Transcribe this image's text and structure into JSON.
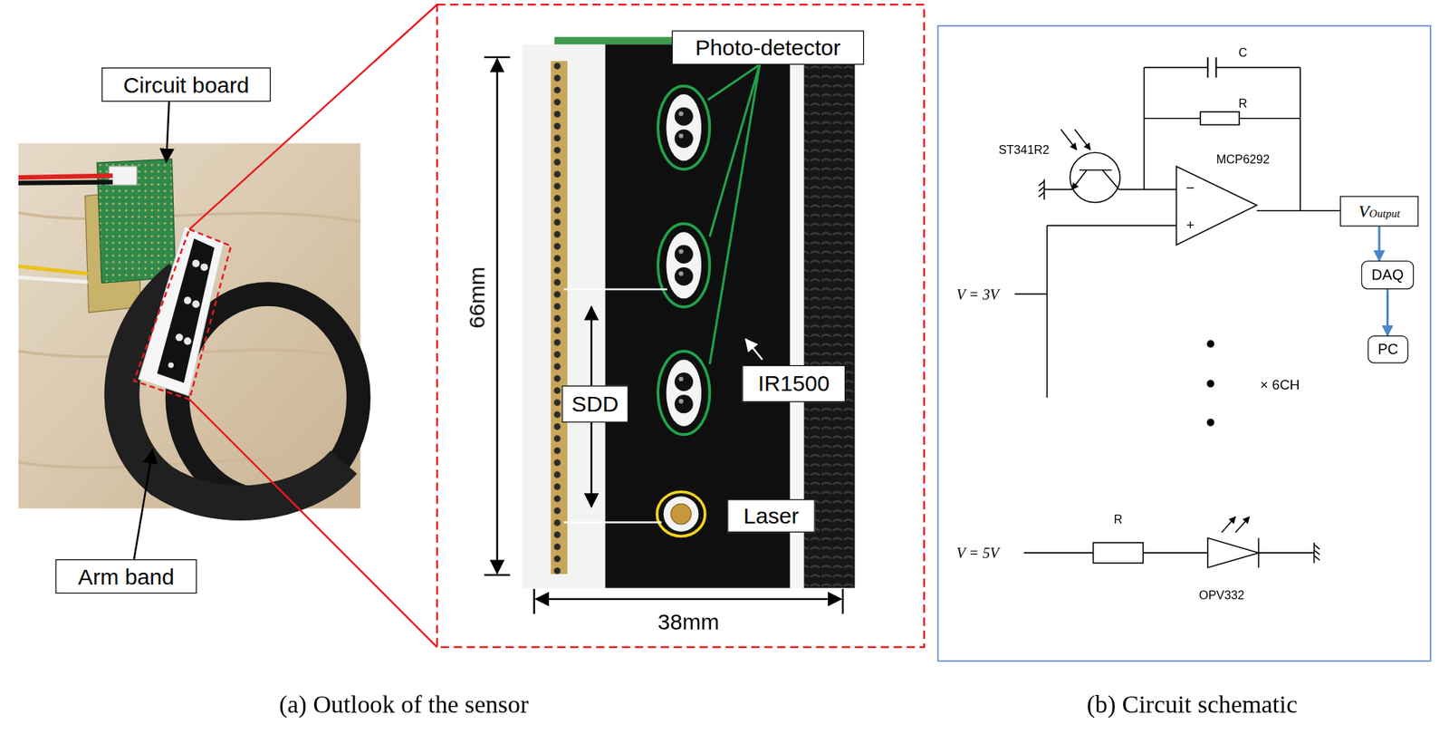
{
  "diagram": {
    "nodes": [
      {
        "text": [
          "Circuit board"
        ]
      },
      {
        "text": [
          "Arm band"
        ]
      },
      {
        "text": [
          "Photo-detector"
        ]
      },
      {
        "text": [
          "SDD"
        ]
      },
      {
        "text": [
          "IR1500"
        ]
      },
      {
        "text": [
          "Laser"
        ]
      },
      {
        "text": [
          "VOutput"
        ]
      },
      {
        "text": [
          "DAQ"
        ]
      },
      {
        "text": [
          "PC"
        ]
      }
    ],
    "edges": [
      {
        "from": 6,
        "to": 7,
        "arrow": "to"
      },
      {
        "from": 7,
        "to": 8,
        "arrow": "to"
      }
    ],
    "labels": [
      "66mm",
      "38mm",
      "C",
      "R",
      "ST341R2",
      "MCP6292",
      "−",
      "+",
      "V = 3V",
      "× 6CH",
      "V = 5V",
      "R",
      "OPV332",
      "(a) Outlook of the sensor",
      "(b) Circuit schematic"
    ]
  }
}
